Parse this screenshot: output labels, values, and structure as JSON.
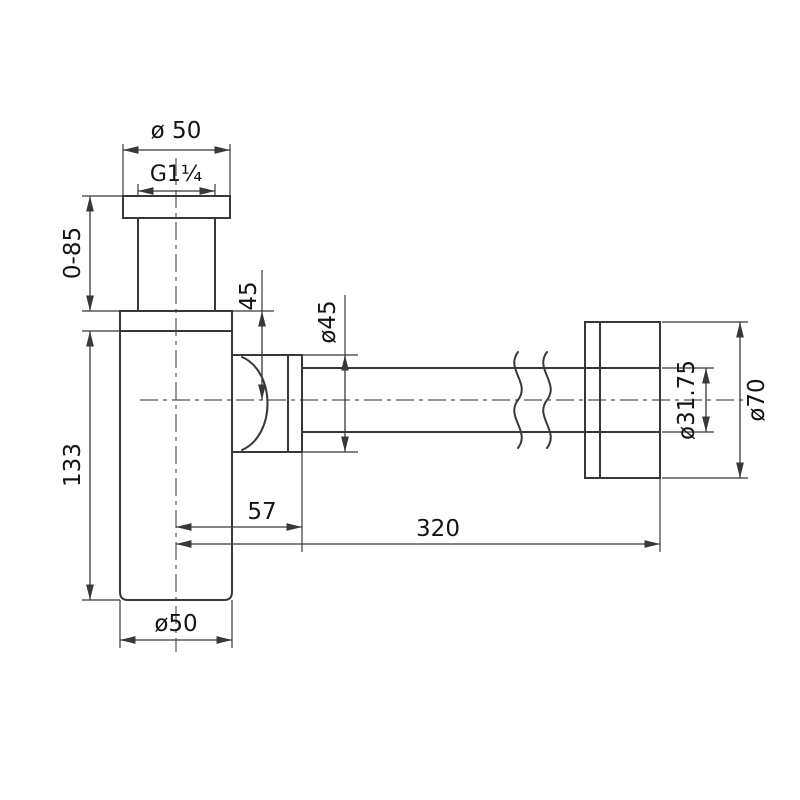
{
  "dims": {
    "top_diameter": "ø 50",
    "thread": "G1¼",
    "adjust_height": "0-85",
    "body_height": "133",
    "bottom_diameter": "ø50",
    "outlet_offset": "45",
    "nut_diameter": "ø45",
    "center_to_outlet": "57",
    "pipe_length": "320",
    "pipe_diameter": "ø31.75",
    "flange_diameter": "ø70"
  },
  "style": {
    "line_color": "#383838",
    "dim_color": "#383838",
    "text_color": "#141414",
    "background": "#ffffff"
  }
}
